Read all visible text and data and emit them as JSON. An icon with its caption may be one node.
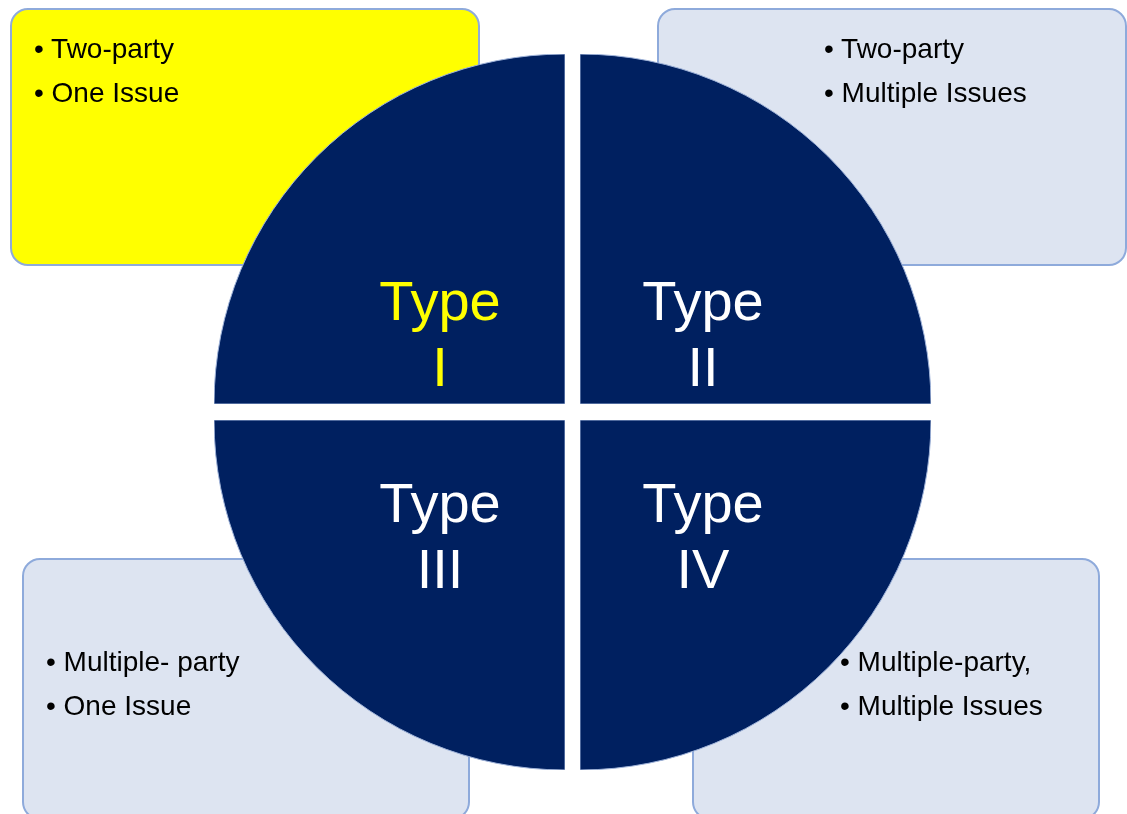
{
  "diagram": {
    "nodes": [
      {
        "text": [
          "• Two-party",
          "• One Issue"
        ]
      },
      {
        "text": [
          "• Two-party",
          "• Multiple Issues"
        ]
      },
      {
        "text": [
          "Type I"
        ]
      },
      {
        "text": [
          "Type II"
        ]
      },
      {
        "text": [
          "Type III"
        ]
      },
      {
        "text": [
          "Type IV"
        ]
      },
      {
        "text": [
          "• Multiple- party",
          "• One Issue"
        ]
      },
      {
        "text": [
          "• Multiple-party,",
          "• Multiple Issues"
        ]
      }
    ]
  }
}
